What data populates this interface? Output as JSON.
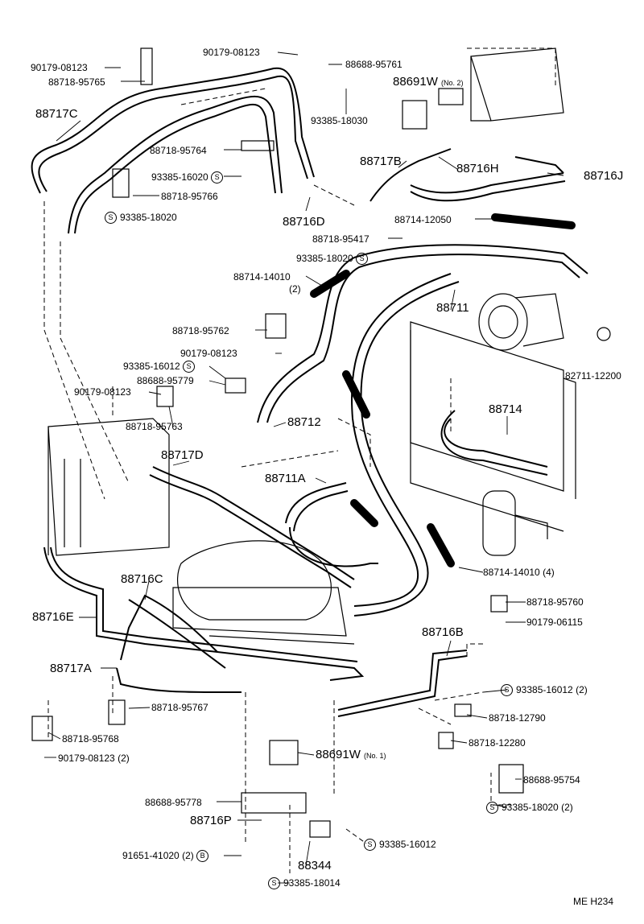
{
  "labels": {
    "l01": "90179-08123",
    "l02": "88718-95765",
    "l03": "90179-08123",
    "l04": "88688-95761",
    "l05": "88691W",
    "l05s": "(No. 2)",
    "l06": "93385-18030",
    "l07": "88717C",
    "l08": "88718-95764",
    "l09": "88717B",
    "l10": "88716H",
    "l11": "88716J",
    "l12": "93385-16020",
    "l13": "88718-95766",
    "l14": "93385-18020",
    "l15": "88716D",
    "l16": "88714-12050",
    "l17": "88718-95417",
    "l18": "93385-18020",
    "l19": "88714-14010",
    "l19s": "(2)",
    "l20": "88711",
    "l21": "88718-95762",
    "l22": "90179-08123",
    "l23": "82711-12200",
    "l24": "93385-16012",
    "l25": "88688-95779",
    "l26": "90179-08123",
    "l27": "88714",
    "l28": "88712",
    "l29": "88718-95763",
    "l30": "88717D",
    "l31": "88711A",
    "l32": "88716C",
    "l33": "88714-14010 (4)",
    "l34": "88718-95760",
    "l35": "88716E",
    "l36": "90179-06115",
    "l37": "88716B",
    "l38": "88717A",
    "l39": "93385-16012 (2)",
    "l40": "88718-95767",
    "l41": "88718-12790",
    "l42": "88718-95768",
    "l43": "88718-12280",
    "l44": "90179-08123 (2)",
    "l45": "88691W",
    "l45s": "(No. 1)",
    "l46": "88688-95754",
    "l47": "88688-95778",
    "l48": "93385-18020 (2)",
    "l49": "88716P",
    "l50": "93385-16012",
    "l51": "91651-41020 (2)",
    "l52": "88344",
    "l53": "93385-18014",
    "l54": "ME  H234"
  },
  "symbols": {
    "s": "S",
    "b": "B"
  }
}
